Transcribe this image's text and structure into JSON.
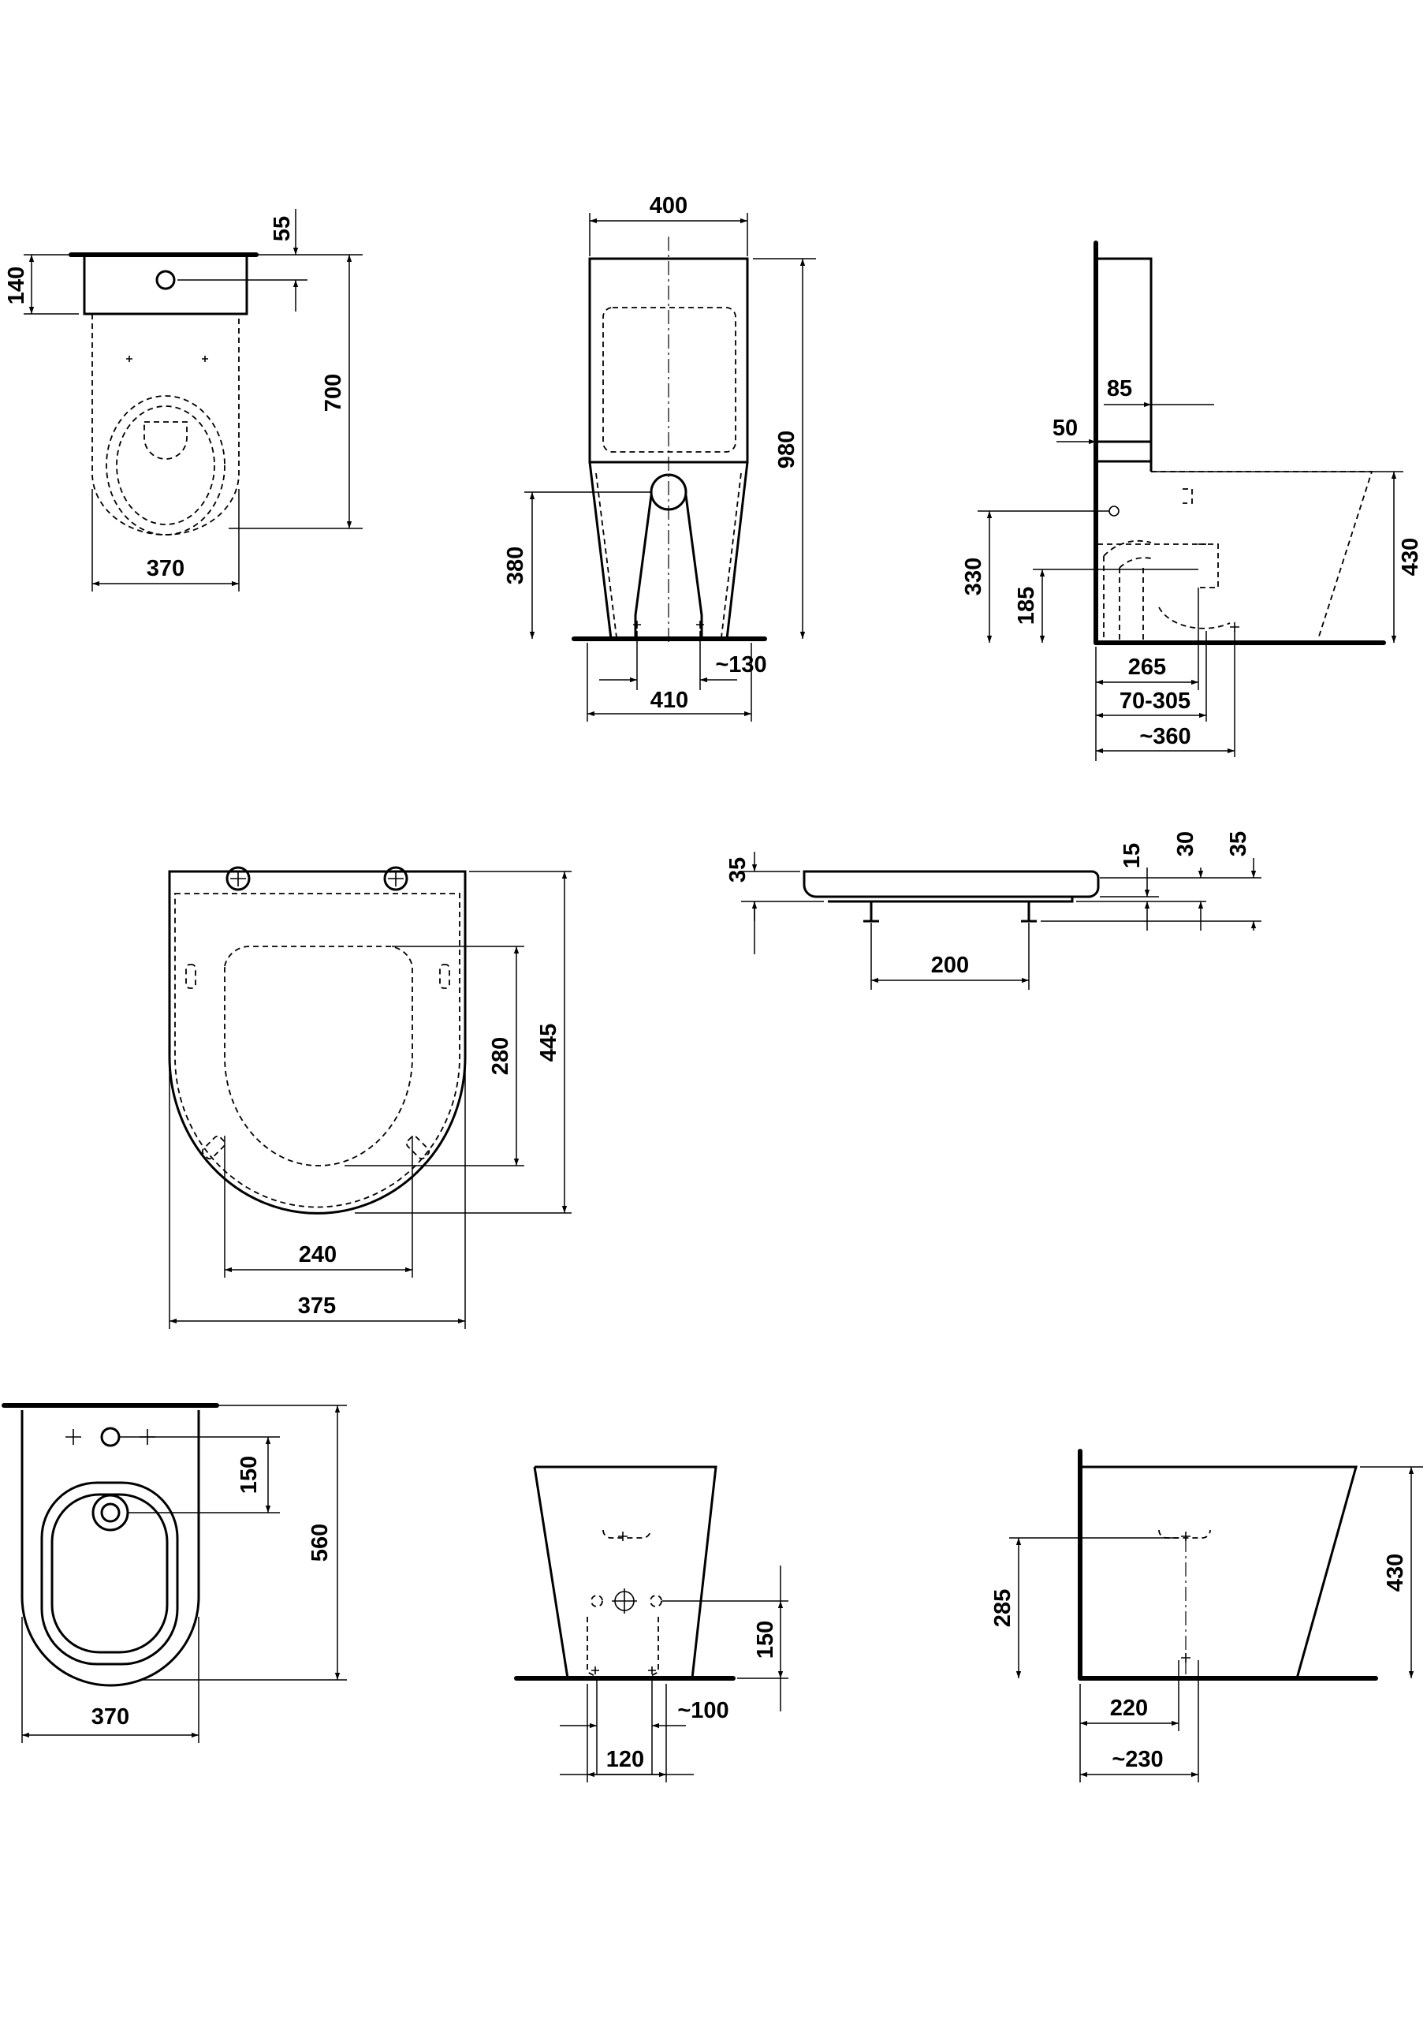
{
  "views": {
    "wc_top": {
      "depth": "700",
      "width": "370",
      "rim": "140",
      "hole": "55"
    },
    "wc_front": {
      "width": "400",
      "height": "980",
      "inlet_height": "380",
      "base_width": "410",
      "fixing": "~130"
    },
    "wc_side": {
      "tank": "85",
      "inlet": "50",
      "height": "430",
      "inlet_h": "330",
      "outlet_h": "185",
      "outlet_dist": "265",
      "outlet_range": "70-305",
      "depth": "~360"
    },
    "seat_top": {
      "depth": "445",
      "inner_depth": "280",
      "inner_width": "240",
      "width": "375"
    },
    "seat_side": {
      "thickness": "35",
      "dim_15": "15",
      "dim_30": "30",
      "dim_35": "35",
      "hinge_span": "200"
    },
    "bidet_top": {
      "depth": "560",
      "tap_dist": "150",
      "width": "370"
    },
    "bidet_front": {
      "height": "150",
      "fixing": "~100",
      "spacing": "120"
    },
    "bidet_side": {
      "height": "430",
      "tap_height": "285",
      "dist_220": "220",
      "dist_230": "~230"
    }
  }
}
